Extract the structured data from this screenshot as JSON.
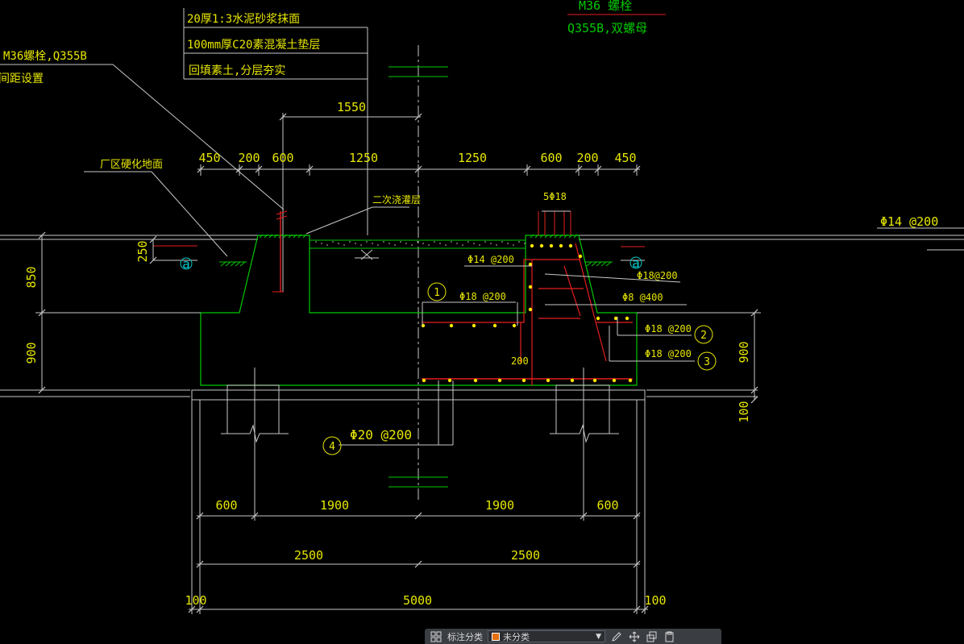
{
  "drawing": {
    "colors": {
      "dimension": "#c8c8c8",
      "dim_text": "#e6e600",
      "outline": "#00c800",
      "rebar": "#e61e1e",
      "rebar_dot": "#ffe800",
      "leader": "#c8c8c8",
      "axis": "#00c8c8",
      "centerline": "#c8c8c8"
    },
    "notes": {
      "layer1": "20厚1:3水泥砂浆抹面",
      "layer2": "100mm厚C20素混凝土垫层",
      "layer3": "回填素土,分层夯实",
      "bolt_left": "M36螺栓,Q355B",
      "bolt_left_2": "间距设置",
      "bolt_top": "M36 螺栓",
      "bolt_top_2": "Q355B,双螺母",
      "ground": "厂区硬化地面",
      "grout": "二次浇灌层",
      "side_rebar": "Φ14 @200"
    },
    "rebar_labels": {
      "top_bars": "5Φ18",
      "r_phi14": "Φ14 @200",
      "r_phi18_a": "Φ18 @200",
      "r_phi18_b": "Φ18@200",
      "r_phi8": "Φ8 @400",
      "r_phi18_2": "Φ18 @200",
      "r_phi18_3": "Φ18 @200",
      "r_phi20": "Φ20 @200",
      "r_200": "200"
    },
    "markers": {
      "m1": "1",
      "m2": "2",
      "m3": "3",
      "m4": "4",
      "axis_left": "a",
      "axis_right": "a"
    },
    "dims": {
      "top_1550": "1550",
      "top_450_l": "450",
      "top_200_l": "200",
      "top_600_l": "600",
      "top_1250_l": "1250",
      "top_1250_r": "1250",
      "top_600_r": "600",
      "top_200_r": "200",
      "top_450_r": "450",
      "left_250": "250",
      "left_850": "850",
      "left_900": "900",
      "right_900": "900",
      "right_100": "100",
      "bot_600_l": "600",
      "bot_1900_l": "1900",
      "bot_1900_r": "1900",
      "bot_600_r": "600",
      "bot_2500_l": "2500",
      "bot_2500_r": "2500",
      "bot_100_l": "100",
      "bot_5000": "5000",
      "bot_100_r": "100"
    }
  },
  "toolbar": {
    "label": "标注分类",
    "selected": "未分类",
    "swatch_color": "#e46f10",
    "icons": [
      "layers-icon",
      "edit-icon",
      "move-icon",
      "copy-icon",
      "paste-icon"
    ]
  }
}
